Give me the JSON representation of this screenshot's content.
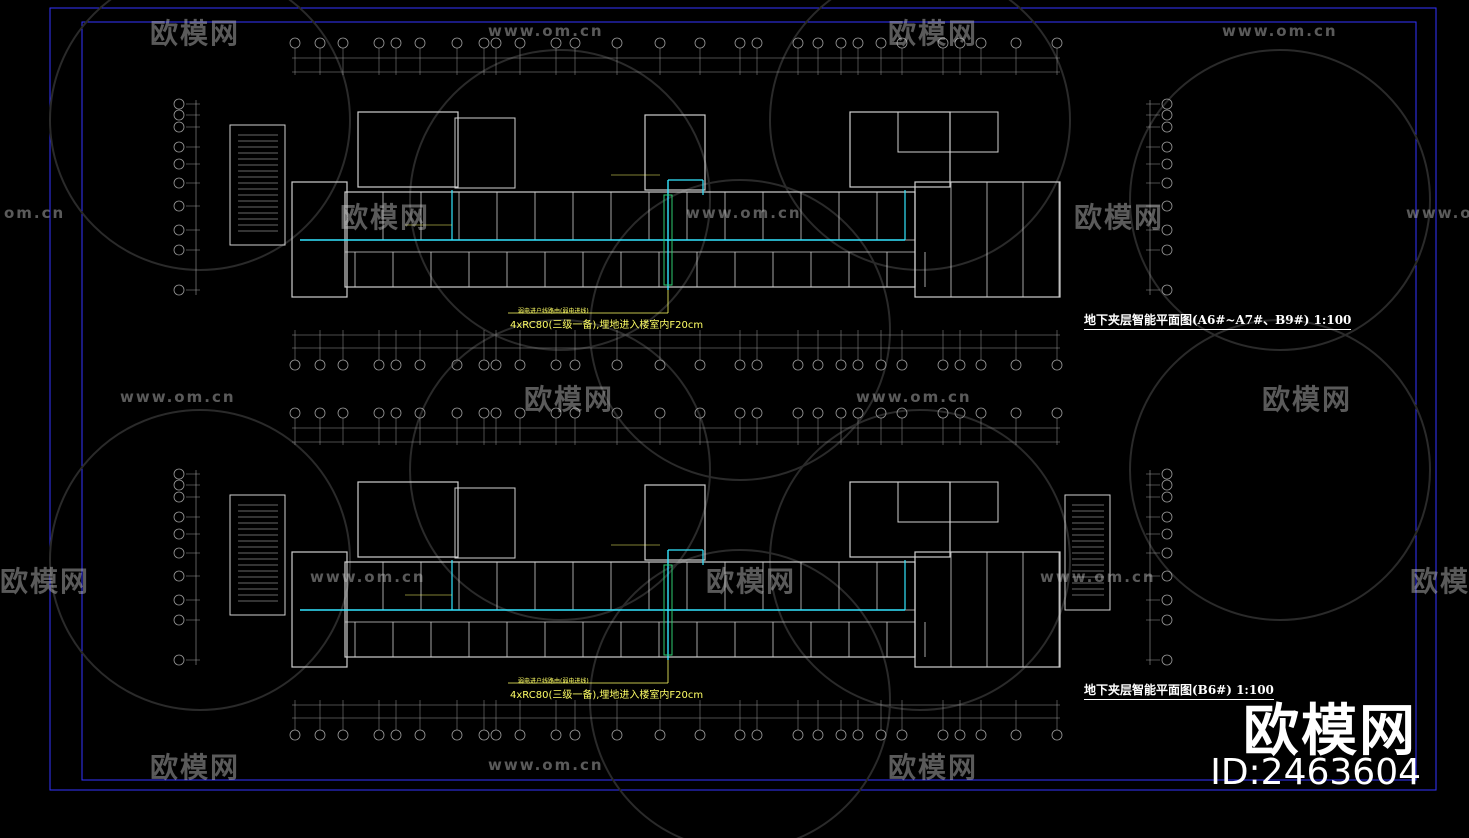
{
  "watermarks": {
    "brand": "欧模网",
    "url": "www.om.cn",
    "url_short": "om.cn"
  },
  "drawing": {
    "plan_a_title": "地下夹层智能平面图(A6#~A7#、B9#) 1:100",
    "plan_b_title": "地下夹层智能平面图(B6#) 1:100",
    "conduit_note_a_top": "弱电进户线路由(弱电进线)",
    "conduit_note_a": "4xRC80(三级一备),埋地进入楼室内F20cm",
    "conduit_note_b_top": "弱电进户线路由(弱电进线)",
    "conduit_note_b": "4xRC80(三级一备),埋地进入楼室内F20cm"
  },
  "branding": {
    "logo": "欧模网",
    "id": "ID:2463604"
  },
  "colors": {
    "background": "#000000",
    "frame": "#3333ff",
    "walls": "#cfcfcf",
    "conduit": "#33e6ff",
    "grid": "#9a9a9a",
    "note": "#ffff66"
  }
}
